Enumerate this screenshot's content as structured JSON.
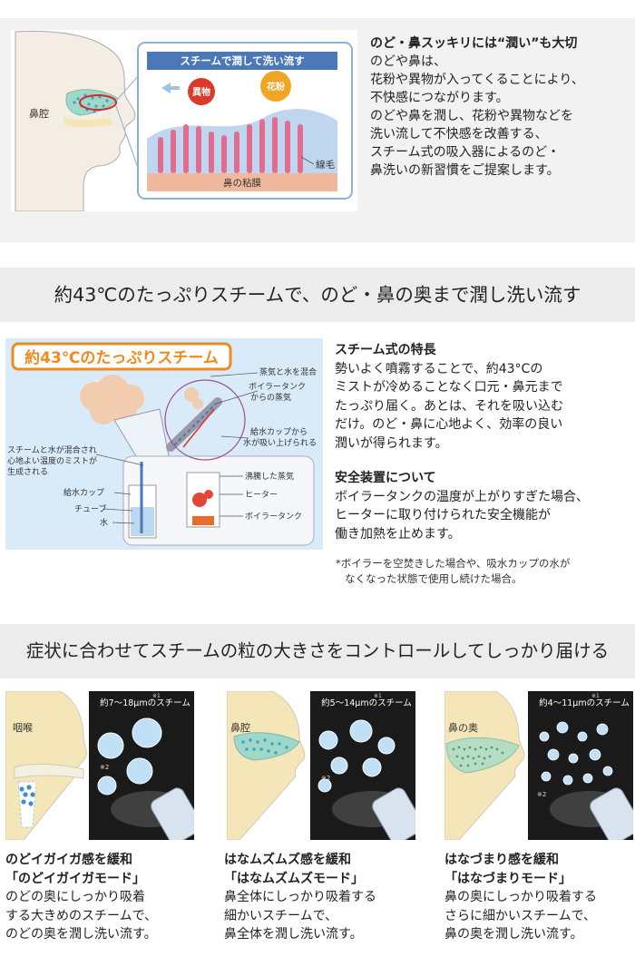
{
  "intro": {
    "title": "のど・鼻スッキリには“潤い”も大切",
    "lines": [
      "のどや鼻は、",
      "花粉や異物が入ってくることにより、",
      "不快感につながります。",
      "のどや鼻を潤し、花粉や異物などを",
      "洗い流して不快感を改善する、",
      "スチーム式の吸入器によるのど・",
      "鼻洗いの新習慣をご提案します。"
    ],
    "illustration": {
      "nasal_cavity_label": "鼻腔",
      "banner": "スチームで潤して洗い流す",
      "foreign_matter": "異物",
      "pollen": "花粉",
      "cilia": "線毛",
      "mucosa": "鼻の粘膜"
    }
  },
  "section2": {
    "heading": "約43℃のたっぷりスチームで、のど・鼻の奥まで潤し洗い流す",
    "illustration": {
      "banner": "約43℃のたっぷりスチーム",
      "label_mix": "蒸気と水を混合",
      "label_boiler_steam_1": "ボイラータンク",
      "label_boiler_steam_2": "からの蒸気",
      "label_suction_1": "給水カップから",
      "label_suction_2": "水が吸い上げられる",
      "label_mist_1": "スチームと水が混合され",
      "label_mist_2": "心地よい温度のミストが",
      "label_mist_3": "生成される",
      "label_cup": "給水カップ",
      "label_tube": "チューブ",
      "label_water": "水",
      "label_boiled": "沸騰した蒸気",
      "label_heater": "ヒーター",
      "label_boiler": "ボイラータンク"
    },
    "steam_title": "スチーム式の特長",
    "steam_lines": [
      "勢いよく噴霧することで、約43°Cの",
      "ミストが冷めることなく口元・鼻元まで",
      "たっぷり届く。あとは、それを吸い込む",
      "だけ。のど・鼻に心地よく、効率の良い",
      "潤いが得られます。"
    ],
    "safety_title": "安全装置について",
    "safety_lines": [
      "ボイラータンクの温度が上がりすぎた場合、",
      "ヒーターに取り付けられた安全機能が",
      "働き加熱を止めます。"
    ],
    "note_lines": [
      "*ボイラーを空焚きした場合や、吸水カップの水が",
      "なくなった状態で使用し続けた場合。"
    ]
  },
  "section3": {
    "heading": "症状に合わせてスチームの粒の大きさをコントロールしてしっかり届ける",
    "cards": [
      {
        "region_label": "咽喉",
        "size_label": "約7～18μmのスチーム",
        "sup": "※1",
        "note2": "※2",
        "title": "のどイガイガ感を緩和",
        "mode": "「のどイガイガモード」",
        "lines": [
          "のどの奥にしっかり吸着",
          "する大きめのスチームで、",
          "のどの奥を潤し洗い流す。"
        ]
      },
      {
        "region_label": "鼻腔",
        "size_label": "約5～14μmのスチーム",
        "sup": "※1",
        "note2": "※2",
        "title": "はなムズムズ感を緩和",
        "mode": "「はなムズムズモード」",
        "lines": [
          "鼻全体にしっかり吸着する",
          "細かいスチームで、",
          "鼻全体を潤し洗い流す。"
        ]
      },
      {
        "region_label": "鼻の奥",
        "size_label": "約4～11μmのスチーム",
        "sup": "※1",
        "note2": "※2",
        "title": "はなづまり感を緩和",
        "mode": "「はなづまりモード」",
        "lines": [
          "鼻の奥にしっかり吸着する",
          "さらに細かいスチームで、",
          "鼻の奥を潤し洗い流す。"
        ]
      }
    ]
  },
  "colors": {
    "band_bg": "#ececec",
    "intro_bg": "#f2f2f2",
    "diagram_bg": "#d9ebf8",
    "accent_orange": "#f08a1c",
    "banner_blue": "#4a78b8",
    "dark_panel": "#1a1a1a"
  }
}
